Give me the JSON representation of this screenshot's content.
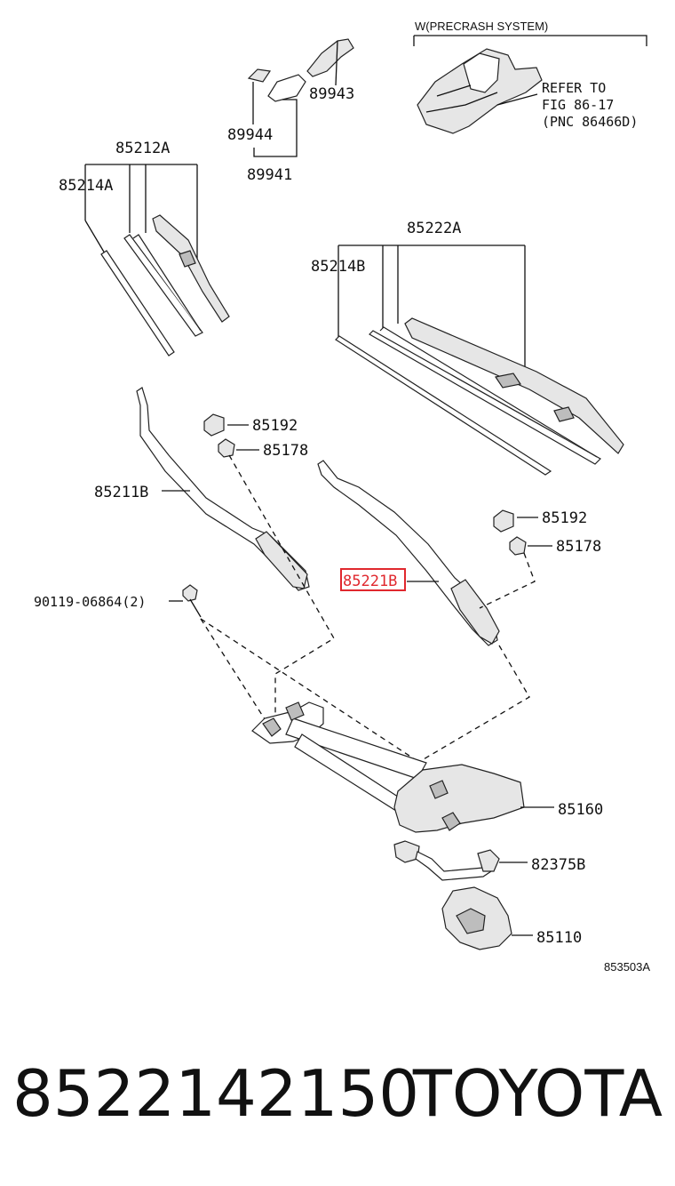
{
  "diagram": {
    "variant_note": "W(PRECRASH SYSTEM)",
    "refer_lines": [
      "REFER TO",
      "FIG 86-17",
      "(PNC 86466D)"
    ],
    "labels": {
      "p89943": "89943",
      "p89944": "89944",
      "p89941": "89941",
      "p85212A": "85212A",
      "p85214A": "85214A",
      "p85222A": "85222A",
      "p85214B": "85214B",
      "p85192_left": "85192",
      "p85178_left": "85178",
      "p85211B": "85211B",
      "p85192_right": "85192",
      "p85178_right": "85178",
      "p85221B": "85221B",
      "p90119": "90119-06864(2)",
      "p85160": "85160",
      "p82375B": "82375B",
      "p85110": "85110"
    },
    "figure_code": "853503A",
    "highlight_color": "#e0282e"
  },
  "footer": {
    "part_number": "8522142150",
    "brand": "TOYOTA"
  }
}
